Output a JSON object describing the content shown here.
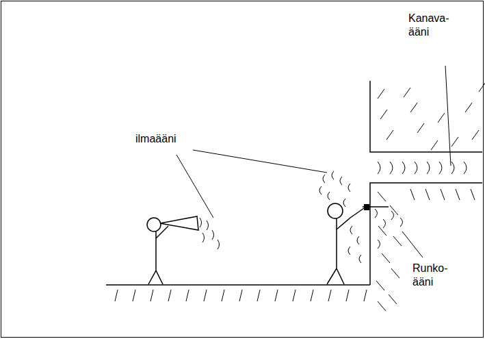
{
  "diagram": {
    "labels": [
      "ilmaääni",
      "Kanava- ääni",
      "Runko- ääni"
    ]
  }
}
